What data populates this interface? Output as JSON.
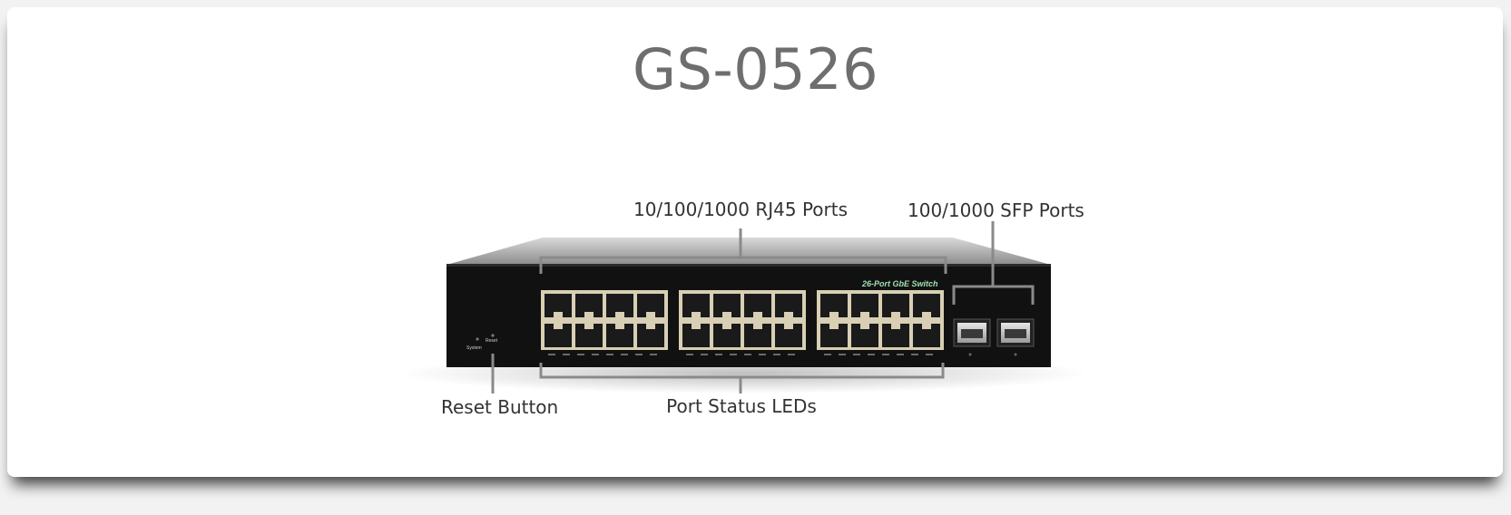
{
  "title": "GS-0526",
  "labels": {
    "rj45_ports": "10/100/1000 RJ45 Ports",
    "sfp_ports": "100/1000 SFP Ports",
    "reset_button": "Reset Button",
    "port_status_leds": "Port Status LEDs"
  },
  "device": {
    "front_text": "26-Port GbE Switch",
    "system_label": "System",
    "reset_label": "Reset",
    "rj45_port_count": 24,
    "sfp_port_count": 2
  },
  "colors": {
    "title": "#6e6e6e",
    "chassis": "#111111",
    "port_frame": "#d8cfb4",
    "brand_text": "#9fe0b0"
  }
}
